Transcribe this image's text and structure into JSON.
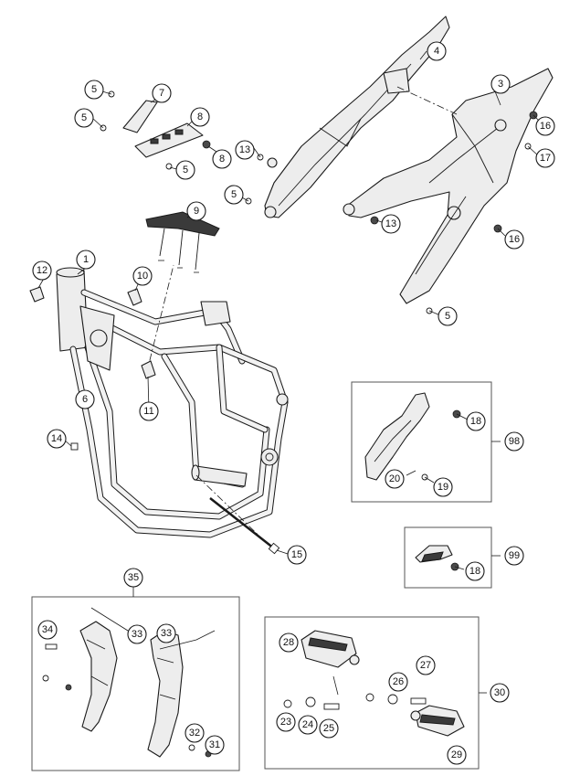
{
  "callouts": [
    {
      "label": "1"
    },
    {
      "label": "3"
    },
    {
      "label": "4"
    },
    {
      "label": "5"
    },
    {
      "label": "5"
    },
    {
      "label": "5"
    },
    {
      "label": "5"
    },
    {
      "label": "5"
    },
    {
      "label": "6"
    },
    {
      "label": "7"
    },
    {
      "label": "8"
    },
    {
      "label": "8"
    },
    {
      "label": "9"
    },
    {
      "label": "10"
    },
    {
      "label": "11"
    },
    {
      "label": "12"
    },
    {
      "label": "13"
    },
    {
      "label": "13"
    },
    {
      "label": "14"
    },
    {
      "label": "15"
    },
    {
      "label": "16"
    },
    {
      "label": "16"
    },
    {
      "label": "17"
    },
    {
      "label": "18"
    },
    {
      "label": "18"
    },
    {
      "label": "19"
    },
    {
      "label": "20"
    },
    {
      "label": "23"
    },
    {
      "label": "24"
    },
    {
      "label": "25"
    },
    {
      "label": "26"
    },
    {
      "label": "27"
    },
    {
      "label": "28"
    },
    {
      "label": "29"
    },
    {
      "label": "30"
    },
    {
      "label": "31"
    },
    {
      "label": "32"
    },
    {
      "label": "33"
    },
    {
      "label": "33"
    },
    {
      "label": "34"
    },
    {
      "label": "35"
    },
    {
      "label": "98"
    },
    {
      "label": "99"
    }
  ],
  "colors": {
    "line": "#1a1a1a",
    "fill": "#ededed",
    "background": "#ffffff"
  }
}
